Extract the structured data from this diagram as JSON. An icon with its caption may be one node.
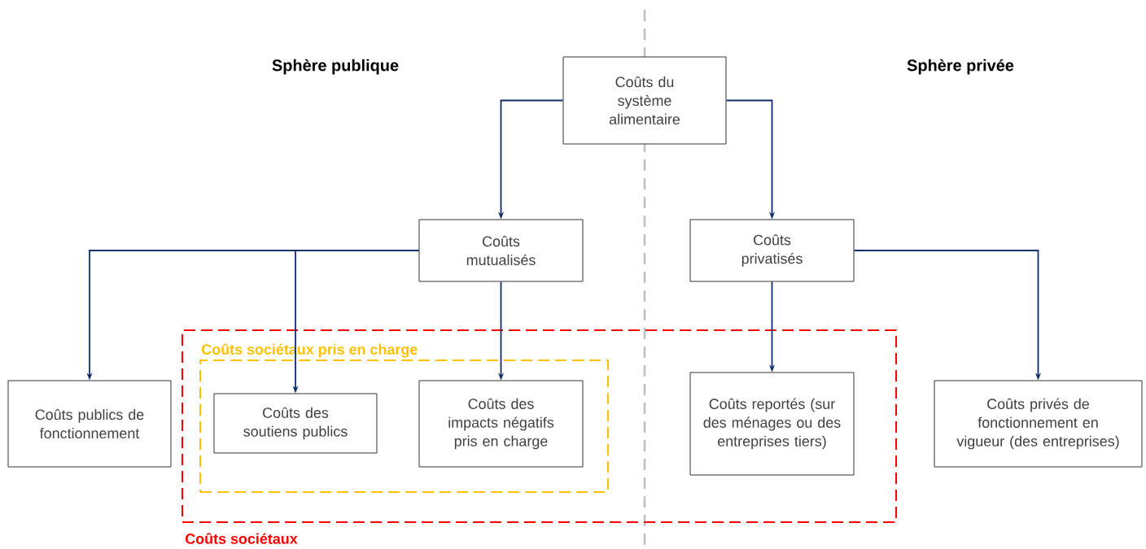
{
  "diagram": {
    "nodes": [
      {
        "text": [
          "Coûts du système alimentaire"
        ]
      },
      {
        "text": [
          "Coûts mutualisés"
        ]
      },
      {
        "text": [
          "Coûts privatisés"
        ]
      },
      {
        "text": [
          "Coûts sociétaux"
        ]
      },
      {
        "text": [
          "Coûts sociétaux pris en charge"
        ],
        "in": 3
      },
      {
        "text": [
          "Coûts publics de fonctionnement"
        ]
      },
      {
        "text": [
          "Coûts des soutiens publics"
        ],
        "in": 4
      },
      {
        "text": [
          "Coûts des impacts négatifs pris en charge"
        ],
        "in": 4
      },
      {
        "text": [
          "Coûts reportés (sur des ménages ou des entreprises tiers)"
        ],
        "in": 3
      },
      {
        "text": [
          "Coûts privés de fonctionnement en vigueur (des entreprises)"
        ]
      }
    ],
    "edges": [
      {
        "from": 0,
        "to": 1,
        "arrow": "to"
      },
      {
        "from": 0,
        "to": 2,
        "arrow": "to"
      },
      {
        "from": 1,
        "to": 5,
        "arrow": "to"
      },
      {
        "from": 1,
        "to": 6,
        "arrow": "to"
      },
      {
        "from": 1,
        "to": 7,
        "arrow": "to"
      },
      {
        "from": 2,
        "to": 8,
        "arrow": "to"
      },
      {
        "from": 2,
        "to": 9,
        "arrow": "to"
      }
    ],
    "labels": [
      "Sphère publique",
      "Sphère privée"
    ]
  }
}
